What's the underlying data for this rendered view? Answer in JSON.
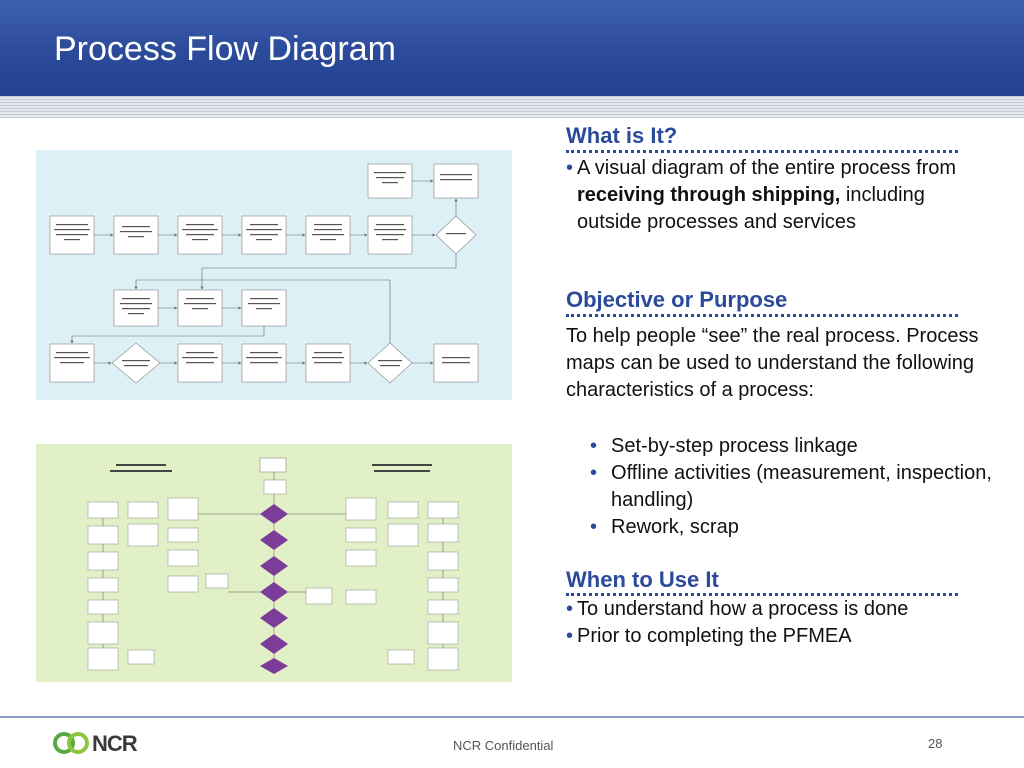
{
  "header": {
    "title": "Process Flow Diagram"
  },
  "section1": {
    "title": "What is It?",
    "bullet": {
      "pre": "A visual diagram of the entire process from ",
      "bold": "receiving through shipping,",
      "post": " including outside processes and services"
    }
  },
  "section2": {
    "title": "Objective or Purpose",
    "intro": "To help people “see” the real process. Process maps can be used to understand the following characteristics of a process:",
    "items": [
      "Set-by-step process linkage",
      "Offline activities (measurement, inspection, handling)",
      "Rework, scrap"
    ]
  },
  "section3": {
    "title": "When to Use It",
    "items": [
      "To understand how a process is done",
      "Prior to completing the PFMEA"
    ]
  },
  "footer": {
    "brand": "NCR",
    "confidential": "NCR Confidential",
    "page": "28"
  },
  "colors": {
    "accent": "#2c4a9a",
    "header_bg": "#2c4a9a",
    "fig1_bg": "#dcf0f5",
    "fig2_bg": "#e1f0c6",
    "logo_green": "#5aa842"
  }
}
